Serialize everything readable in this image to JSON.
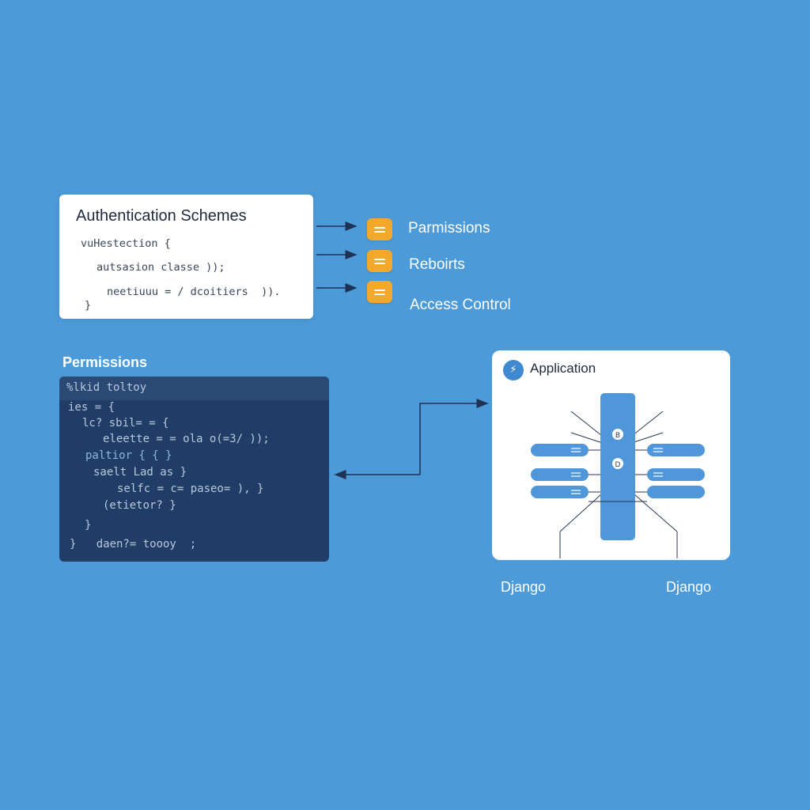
{
  "auth_card": {
    "title": "Authentication Schemes",
    "code_lines": [
      "vuHestection {",
      "autsasion classe ));",
      "neetiuuu = / dcoitiers  )).",
      "}"
    ]
  },
  "legend": {
    "items": [
      {
        "label": "Parmissions",
        "icon": "document-icon"
      },
      {
        "label": "Reboirts",
        "icon": "document-icon"
      },
      {
        "label": "Access Control",
        "icon": "document-icon"
      }
    ]
  },
  "permissions_panel": {
    "heading": "Permissions",
    "header_line": "%lkid toltoy",
    "code_lines": [
      "ies = {",
      "lc? sbil= = {",
      "eleette = = ola o(=3/ ));",
      "paltior { { }",
      "saelt Lad as }",
      "selfc = c= paseo= ), }",
      "(etietor? }",
      "}",
      "}   daen?= toooy  ;"
    ]
  },
  "application": {
    "title": "Application",
    "icon": "lightning-icon",
    "badge_labels": [
      "B",
      "D"
    ],
    "footer_labels": [
      "Django",
      "Django"
    ]
  },
  "colors": {
    "background": "#4d9ad8",
    "accent_orange": "#f3a72b",
    "panel_dark": "#1f3d66",
    "node_blue": "#4f97d8"
  }
}
